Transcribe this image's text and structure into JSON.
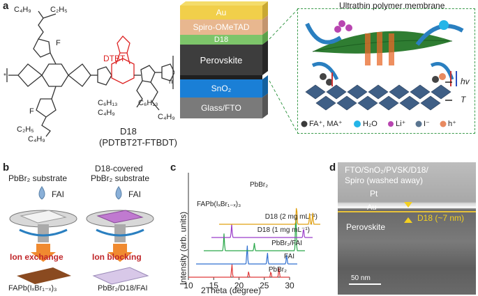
{
  "panels": {
    "a": "a",
    "b": "b",
    "c": "c",
    "d": "d"
  },
  "panel_a": {
    "polymer_name": "D18",
    "polymer_full": "(PDTBT2T-FTBDT)",
    "dtbt_label": "DTBT",
    "chain_end": "n",
    "substituents": {
      "c4h9_top": "C₄H₉",
      "c2h5_top": "C₂H₅",
      "f_top": "F",
      "f_bottom": "F",
      "c6h13_a": "C₆H₁₃",
      "c6h13_b": "C₆H₁₃",
      "c4h9_mid": "C₄H₉",
      "c4h9_right": "C₄H₉",
      "c2h5_bottom": "C₂H₅",
      "c4h9_bottom": "C₄H₉"
    },
    "device_layers": [
      "Au",
      "Spiro-OMeTAD",
      "D18",
      "Perovskite",
      "SnO₂",
      "Glass/FTO"
    ],
    "membrane_title": "Ultrathin polymer membrane",
    "hv": "hv",
    "T": "T",
    "legend": [
      "FA⁺, MA⁺",
      "H₂O",
      "Li⁺",
      "I⁻",
      "h⁺"
    ],
    "colors": {
      "membrane": "#2f7d32",
      "perovskite": "#3f5f86",
      "arrow": "#2a7fc0",
      "au": "#d9b84a"
    }
  },
  "panel_b": {
    "left_title": "PbBr₂ substrate",
    "right_title_1": "D18-covered",
    "right_title_2": "PbBr₂ substrate",
    "fai_left": "FAI",
    "fai_right": "FAI",
    "left_process": "Ion exchange",
    "right_process": "Ion blocking",
    "left_product": "FAPb(IₓBr₁₋ₓ)₃",
    "right_product": "PbBr₂/D18/FAI"
  },
  "panel_d": {
    "title_1": "FTO/SnO₂/PVSK/D18/",
    "title_2": "Spiro (washed away)",
    "pt": "Pt",
    "au": "Au",
    "d18": "D18 (~7 nm)",
    "perovskite": "Perovskite",
    "scale": "50 nm"
  },
  "chart_data": {
    "type": "line",
    "xlabel": "2Theta (degree)",
    "ylabel": "Intensity (arb. units)",
    "xlim": [
      10,
      30
    ],
    "xticks": [
      10,
      15,
      20,
      25,
      30
    ],
    "annotations": [
      "PbBr₂",
      "FAPb(IₓBr₁₋ₓ)₃"
    ],
    "series": [
      {
        "name": "PbBr₂",
        "color": "#e03a3a",
        "peaks": [
          [
            18.6,
            0.35
          ],
          [
            21.9,
            0.15
          ],
          [
            26.3,
            0.15
          ],
          [
            27.9,
            0.25
          ]
        ]
      },
      {
        "name": "FAI",
        "color": "#2f6fd0",
        "peaks": [
          [
            20.1,
            0.5
          ],
          [
            24.1,
            0.3
          ],
          [
            27.9,
            0.25
          ]
        ]
      },
      {
        "name": "PbBr₂/FAI",
        "color": "#2aa84a",
        "peaks": [
          [
            14.0,
            0.45
          ],
          [
            20.0,
            0.2
          ],
          [
            28.2,
            1.0
          ]
        ]
      },
      {
        "name": "D18 (1 mg mL⁻¹)",
        "color": "#9b3fc9",
        "peaks": [
          [
            14.0,
            0.35
          ],
          [
            28.2,
            0.25
          ]
        ]
      },
      {
        "name": "D18 (2 mg mL⁻¹)",
        "color": "#e0a010",
        "peaks": [
          [
            25.3,
            0.5
          ],
          [
            27.9,
            0.3
          ],
          [
            28.5,
            0.3
          ]
        ]
      }
    ]
  }
}
